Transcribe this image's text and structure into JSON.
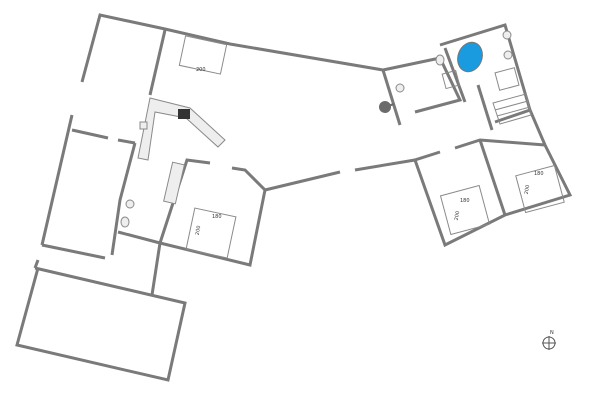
{
  "floorplan": {
    "bed_labels": {
      "top_bed_length": "200",
      "center_bed_width": "180",
      "center_bed_length": "200",
      "right1_bed_width": "180",
      "right1_bed_length": "200",
      "right2_bed_width": "180",
      "right2_bed_length": "200"
    },
    "compass_label": "N",
    "colors": {
      "wall": "#7a7a7a",
      "pool": "#1a9be0",
      "stove": "#6b6b6b",
      "fixtures": "#eeeeee"
    }
  }
}
